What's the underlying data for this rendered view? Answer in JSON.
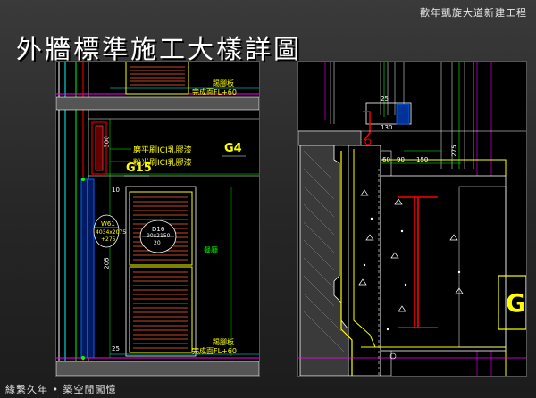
{
  "header": {
    "project": "歡年凱旋大道新建工程"
  },
  "title": "外牆標準施工大樣詳圖",
  "footer": "緣繫久年 • 築空閒闖憶",
  "left_drawing": {
    "label_skirting_top": "踢腳板",
    "label_floor_top": "完成面FL+60",
    "label_paint_1": "磨平刷ICI乳膠漆",
    "label_paint_2": "粉光刷ICI乳膠漆",
    "tag_g4": "G4",
    "tag_g15": "G15",
    "window_tag": "W61",
    "window_sub": "4034x2075",
    "window_sub2": "+275",
    "dim_300": "300",
    "dim_205": "205",
    "dim_10": "10",
    "dim_25": "25",
    "door_tag": "D16",
    "door_sub": "90x2150",
    "door_sub2": "20",
    "room_label": "餐廳",
    "label_skirting_bottom": "踢腳板",
    "label_floor_bottom": "完成面FL+60"
  },
  "right_drawing": {
    "dim_25": "25",
    "dim_130": "130",
    "dim_60": "60",
    "dim_90": "90",
    "dim_150": "150",
    "dim_275": "275",
    "tag_g": "G"
  }
}
